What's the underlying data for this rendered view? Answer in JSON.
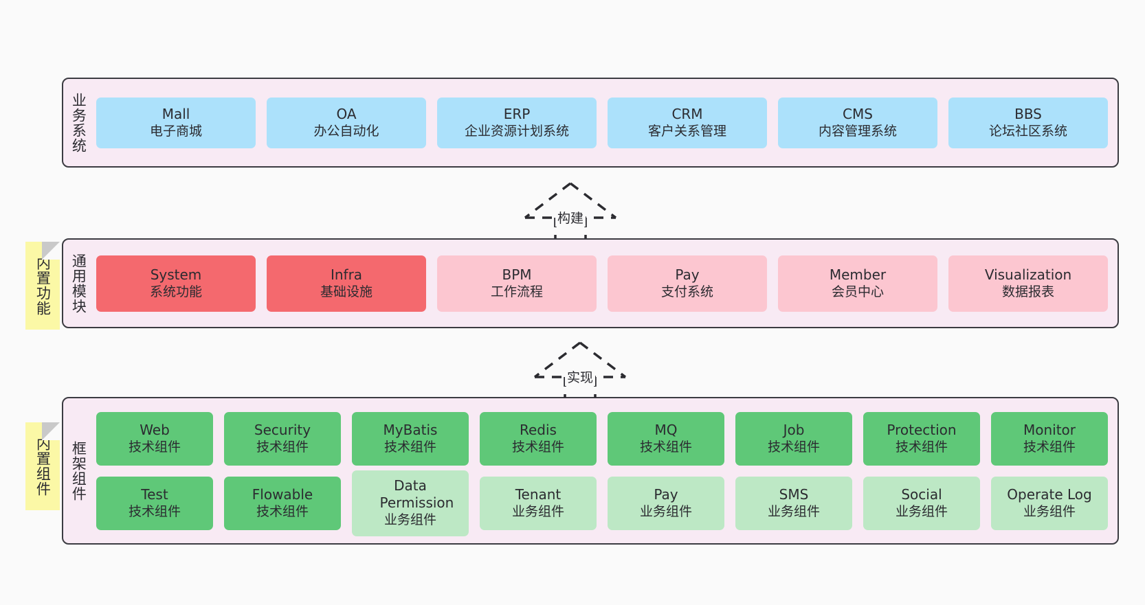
{
  "layers": [
    {
      "caption": "业务系统",
      "fill": "fill-blue",
      "nodes": [
        {
          "en": "Mall",
          "cn": "电子商城"
        },
        {
          "en": "OA",
          "cn": "办公自动化"
        },
        {
          "en": "ERP",
          "cn": "企业资源计划系统"
        },
        {
          "en": "CRM",
          "cn": "客户关系管理"
        },
        {
          "en": "CMS",
          "cn": "内容管理系统"
        },
        {
          "en": "BBS",
          "cn": "论坛社区系统"
        }
      ]
    },
    {
      "caption": "通用模块",
      "note": "内置功能",
      "nodes": [
        {
          "en": "System",
          "cn": "系统功能",
          "fill": "fill-red"
        },
        {
          "en": "Infra",
          "cn": "基础设施",
          "fill": "fill-red"
        },
        {
          "en": "BPM",
          "cn": "工作流程",
          "fill": "fill-pink"
        },
        {
          "en": "Pay",
          "cn": "支付系统",
          "fill": "fill-pink"
        },
        {
          "en": "Member",
          "cn": "会员中心",
          "fill": "fill-pink"
        },
        {
          "en": "Visualization",
          "cn": "数据报表",
          "fill": "fill-pink"
        }
      ]
    },
    {
      "caption": "框架组件",
      "note": "内置组件",
      "row1": [
        {
          "en": "Web",
          "cn": "技术组件",
          "fill": "fill-green"
        },
        {
          "en": "Security",
          "cn": "技术组件",
          "fill": "fill-green"
        },
        {
          "en": "MyBatis",
          "cn": "技术组件",
          "fill": "fill-green"
        },
        {
          "en": "Redis",
          "cn": "技术组件",
          "fill": "fill-green"
        },
        {
          "en": "MQ",
          "cn": "技术组件",
          "fill": "fill-green"
        },
        {
          "en": "Job",
          "cn": "技术组件",
          "fill": "fill-green"
        },
        {
          "en": "Protection",
          "cn": "技术组件",
          "fill": "fill-green"
        },
        {
          "en": "Monitor",
          "cn": "技术组件",
          "fill": "fill-green"
        }
      ],
      "row2": [
        {
          "en": "Test",
          "cn": "技术组件",
          "fill": "fill-green"
        },
        {
          "en": "Flowable",
          "cn": "技术组件",
          "fill": "fill-green"
        },
        {
          "en": "Data Permission",
          "cn": "业务组件",
          "fill": "fill-lightgreen"
        },
        {
          "en": "Tenant",
          "cn": "业务组件",
          "fill": "fill-lightgreen"
        },
        {
          "en": "Pay",
          "cn": "业务组件",
          "fill": "fill-lightgreen"
        },
        {
          "en": "SMS",
          "cn": "业务组件",
          "fill": "fill-lightgreen"
        },
        {
          "en": "Social",
          "cn": "业务组件",
          "fill": "fill-lightgreen"
        },
        {
          "en": "Operate Log",
          "cn": "业务组件",
          "fill": "fill-lightgreen"
        }
      ]
    }
  ],
  "arrows": [
    {
      "label": "构建"
    },
    {
      "label": "实现"
    }
  ],
  "colors": {
    "business_system": "#ace1fb",
    "core_module": "#f4696e",
    "optional_module": "#fcc6d0",
    "tech_component": "#5fc878",
    "biz_component": "#bde8c5",
    "container_bg": "#f8eaf4",
    "note_bg": "#fbf8a6",
    "outline": "#3b3b41",
    "page_bg": "#fafafa"
  }
}
